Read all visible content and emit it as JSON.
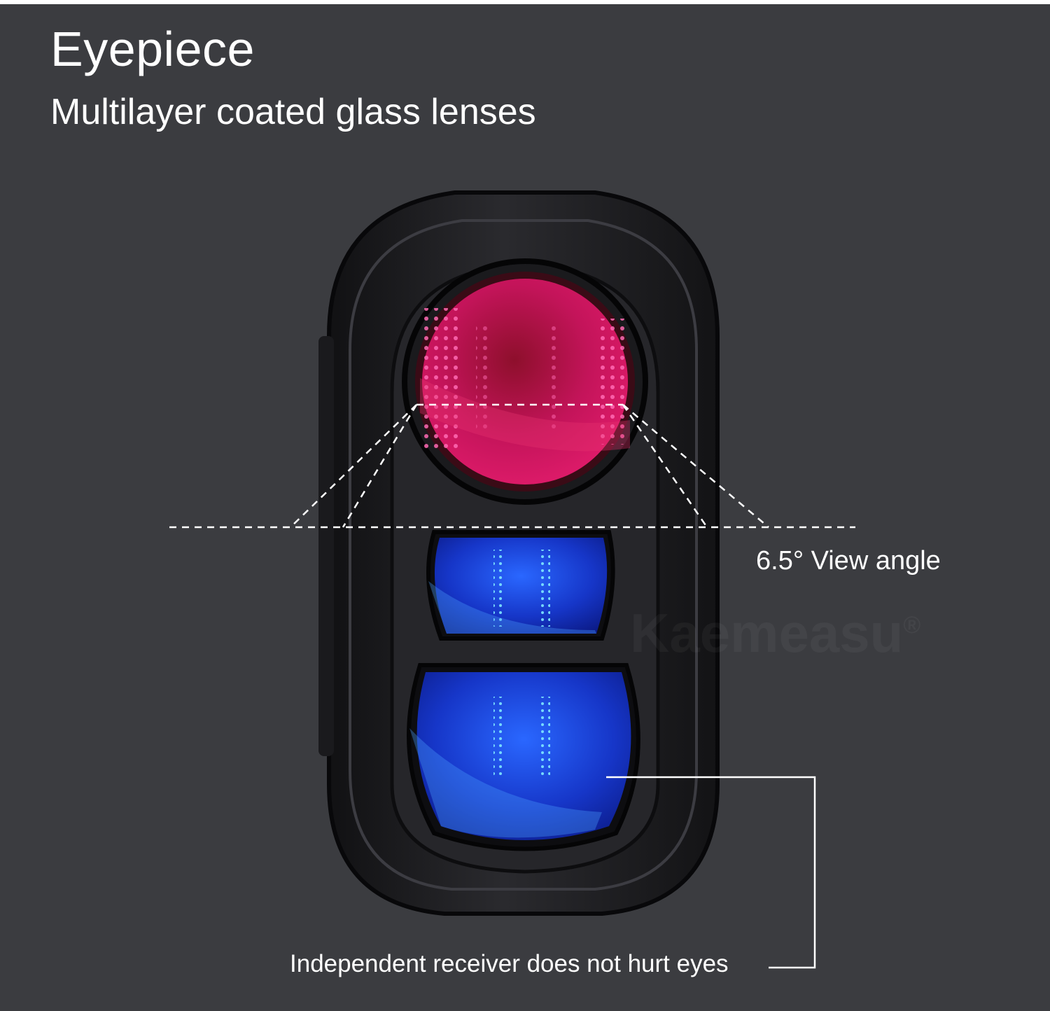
{
  "heading": {
    "title": "Eyepiece",
    "subtitle": "Multilayer coated glass lenses"
  },
  "annotations": {
    "view_angle": "6.5° View angle",
    "receiver": "Independent receiver does not hurt eyes"
  },
  "watermark": {
    "brand": "Kaemeasu",
    "mark": "®"
  },
  "device": {
    "emitter_lens_color": "#c4145a",
    "receiver_lens_color": "#1636c8",
    "body_color": "#1c1c1f"
  }
}
